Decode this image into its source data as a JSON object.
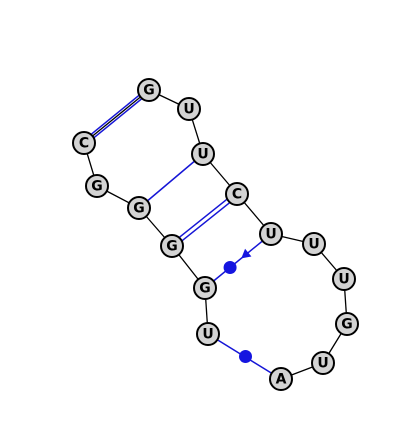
{
  "diagram": {
    "nucleotides": [
      {
        "id": 1,
        "base": "G"
      },
      {
        "id": 2,
        "base": "U"
      },
      {
        "id": 3,
        "base": "U"
      },
      {
        "id": 4,
        "base": "C"
      },
      {
        "id": 5,
        "base": "U"
      },
      {
        "id": 6,
        "base": "U"
      },
      {
        "id": 7,
        "base": "U"
      },
      {
        "id": 8,
        "base": "G"
      },
      {
        "id": 9,
        "base": "U"
      },
      {
        "id": 10,
        "base": "A"
      },
      {
        "id": 11,
        "base": "U"
      },
      {
        "id": 12,
        "base": "G"
      },
      {
        "id": 13,
        "base": "G"
      },
      {
        "id": 14,
        "base": "G"
      },
      {
        "id": 15,
        "base": "G"
      },
      {
        "id": 16,
        "base": "C"
      }
    ],
    "colors": {
      "pair": "#1515d6",
      "nucleotide_fill": "#d3d3d3",
      "nucleotide_stroke": "#000000"
    }
  }
}
